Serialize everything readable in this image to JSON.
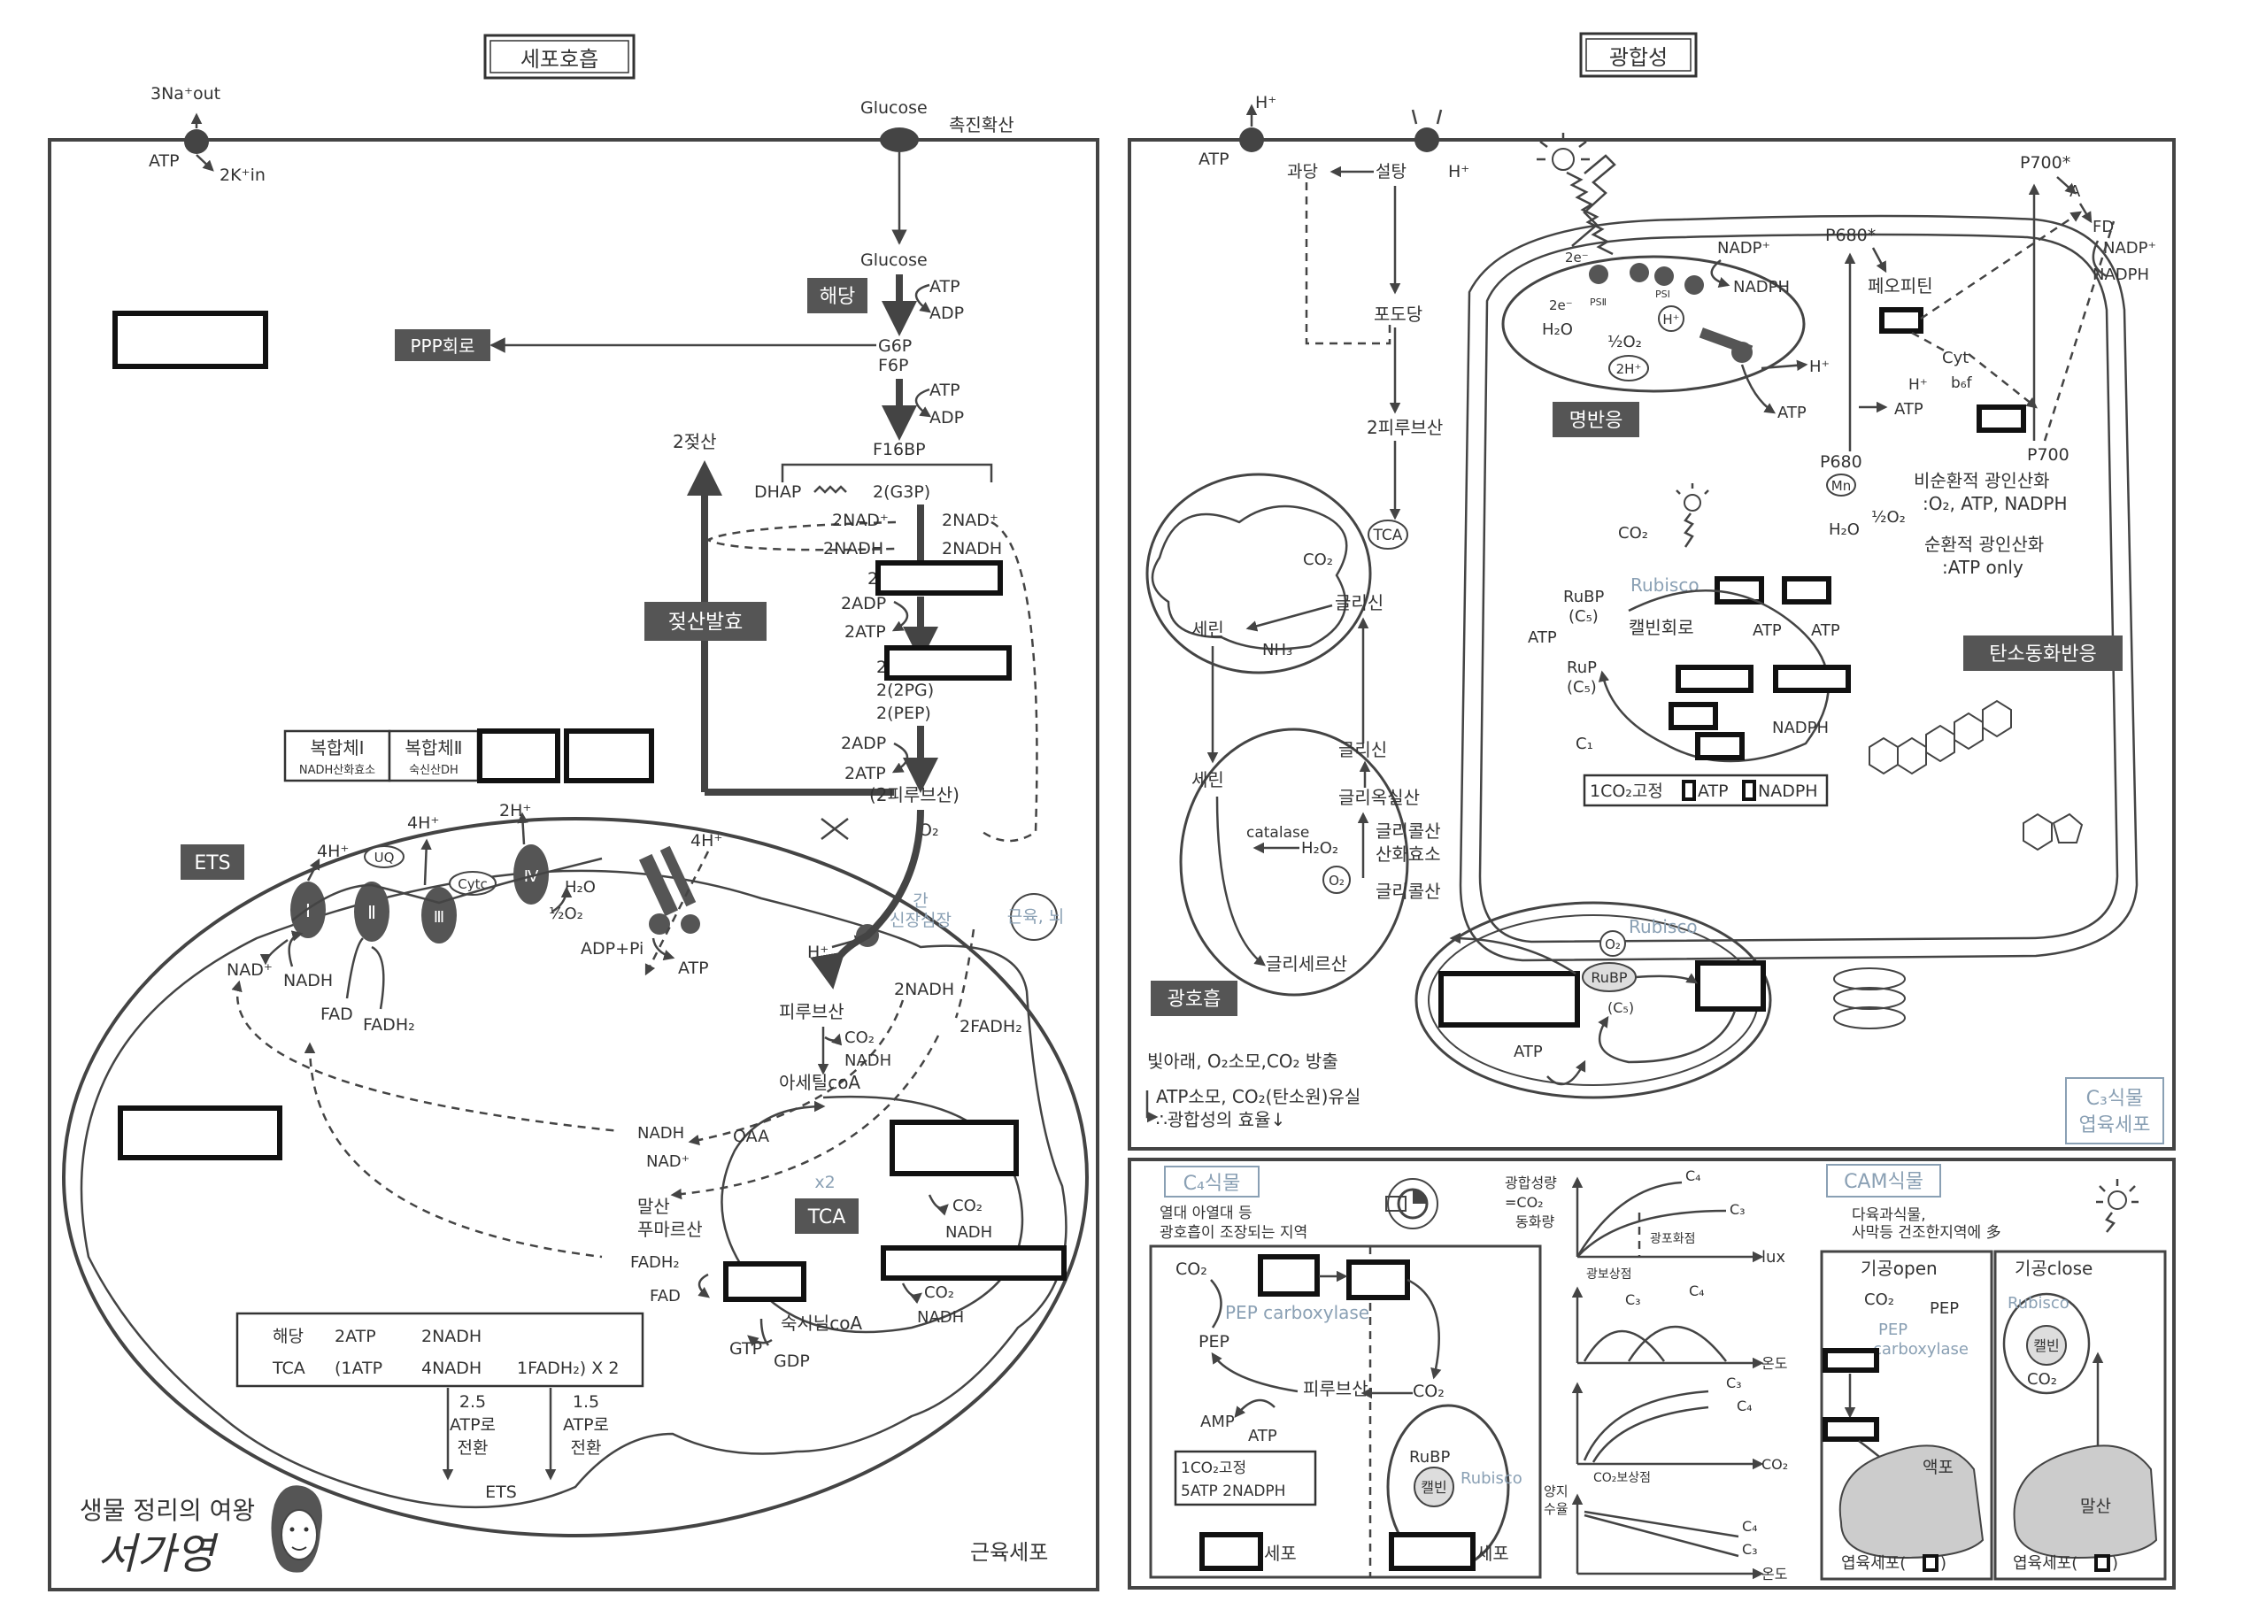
{
  "respiration": {
    "title": "세포호흡",
    "na_k_pump": {
      "na_out": "3Na⁺out",
      "atp": "ATP",
      "k_in": "2K⁺in"
    },
    "glucose_top": "Glucose",
    "facilitated": "촉진확산",
    "glucose": "Glucose",
    "glycolysis": "해당",
    "atp1": "ATP",
    "adp1": "ADP",
    "g6p": "G6P",
    "f6p": "F6P",
    "ppp": "PPP회로",
    "atp2": "ATP",
    "adp2": "ADP",
    "f16bp": "F16BP",
    "dhap": "DHAP",
    "g3p": "2(G3P)",
    "two_lactate": "2젖산",
    "nad_l": "2NAD⁺",
    "nad_r": "2NAD⁺",
    "nadh_l": "2NADH",
    "nadh_r": "2NADH",
    "two_a": "2",
    "two_b": "2",
    "adp_a": "2ADP",
    "atp_a": "2ATP",
    "pg": "2(2PG)",
    "pep": "2(PEP)",
    "adp_b": "2ADP",
    "atp_b": "2ATP",
    "pyruvate": "(2피루브산)",
    "lactic": "젖산발효",
    "o2": "O₂",
    "complex1": "복합체Ⅰ",
    "complex1_sub": "NADH산화효소",
    "complex2": "복합체Ⅱ",
    "complex2_sub": "숙신산DH",
    "ets": "ETS",
    "h4a": "4H⁺",
    "h4b": "4H⁺",
    "h2": "2H⁺",
    "h4c": "4H⁺",
    "uq": "UQ",
    "cytc": "Cytc",
    "c1": "Ⅰ",
    "c2": "Ⅱ",
    "c3": "Ⅲ",
    "c4": "Ⅳ",
    "h2o": "H₂O",
    "half_o2": "½O₂",
    "adp_pi": "ADP+Pi",
    "atp_syn": "ATP",
    "nad_plus": "NAD⁺",
    "nadh": "NADH",
    "fad": "FAD",
    "fadh2": "FADH₂",
    "h_plus": "H⁺",
    "liver": "간\n신장심장",
    "muscle_brain": "근육, 뇌",
    "nadh2": "2NADH",
    "fadh2_2": "2FADH₂",
    "pyruvic": "피루브산",
    "co2_a": "CO₂",
    "nadh_a": "NADH",
    "acetyl": "아세틸coA",
    "nadh_m": "NADH",
    "nad_m": "NAD⁺",
    "oaa": "OAA",
    "x2": "x2",
    "tca": "TCA",
    "malate": "말산",
    "fumarate": "푸마르산",
    "fadh2_m": "FADH₂",
    "fad_m": "FAD",
    "co2_b": "CO₂",
    "nadh_b": "NADH",
    "co2_c": "CO₂",
    "nadh_c": "NADH",
    "succinyl": "숙시닐coA",
    "gtp": "GTP",
    "gdp": "GDP",
    "summary_row1": [
      "해당",
      "2ATP",
      "2NADH"
    ],
    "summary_row2": [
      "TCA",
      "(1ATP",
      "4NADH",
      "1FADH₂) X 2"
    ],
    "conv1": "2.5\nATP로\n전환",
    "conv2": "1.5\nATP로\n전환",
    "ets_bottom": "ETS",
    "tagline": "생물 정리의 여왕",
    "author": "서가영",
    "cell_label": "근육세포"
  },
  "photosynthesis": {
    "title": "광합성",
    "h_top": "H⁺",
    "atp_left": "ATP",
    "fructose": "과당",
    "sucrose": "설탕",
    "h_right": "H⁺",
    "glucose": "포도당",
    "two_pyruvate": "2피루브산",
    "tca": "TCA",
    "co2": "CO₂",
    "glycine1": "글리신",
    "serine1": "세린",
    "nh3": "NH₃",
    "serine2": "세린",
    "glycine2": "글리신",
    "glyoxylate": "글리옥실산",
    "catalase": "catalase",
    "h2o2": "H₂O₂",
    "glycolate_ox": "글리콜산\n산화효소",
    "o2": "O₂",
    "glycolate": "글리콜산",
    "glycerate": "글리세르산",
    "photorespiration": "광호흡",
    "note1": "빛아래, O₂소모,CO₂ 방출",
    "note2": "ATP소모, CO₂(탄소원)유실",
    "note3": "∴광합성의 효율↓",
    "light_reaction": "명반응",
    "e1": "2e⁻",
    "e2": "2e⁻",
    "ps2": "PSⅡ",
    "ps1": "PSⅠ",
    "h2o": "H₂O",
    "half_o2": "½O₂",
    "h_in": "H⁺",
    "two_h": "2H⁺",
    "nadp": "NADP⁺",
    "nadph": "NADPH",
    "h_out": "H⁺",
    "atp_out": "ATP",
    "p700star": "P700*",
    "a": "A",
    "fd": "FD",
    "nadp2": "NADP⁺",
    "nadph2": "NADPH",
    "p680star": "P680*",
    "pheophytin": "페오피틴",
    "cyt": "Cyt\nb₆f",
    "h_cyt": "H⁺",
    "atp_cyt": "ATP",
    "p680": "P680",
    "mn": "Mn",
    "p700": "P700",
    "h2o_2": "H₂O",
    "half_o2_2": "½O₂",
    "noncyclic": "비순환적 광인산화\n:O₂, ATP, NADPH",
    "cyclic": "순환적 광인산화\n:ATP only",
    "co2_c": "CO₂",
    "rubisco": "Rubisco",
    "rubp": "RuBP\n(C₅)",
    "atp_c": "ATP",
    "calvin": "캘빈회로",
    "atp_c2": "ATP",
    "atp_c3": "ATP",
    "rup": "RuP\n(C₅)",
    "nadph_c": "NADPH",
    "c1": "C₁",
    "fixation": "1CO₂고정",
    "fix_atp": "ATP",
    "fix_nadph": "NADPH",
    "carbon_fix": "탄소동화반응",
    "rubisco2": "Rubisco",
    "o2_b": "O₂",
    "rubp2": "RuBP",
    "c5": "(C₅)",
    "atp_b": "ATP",
    "c3_plant": "C₃식물\n엽육세포",
    "c4": {
      "title": "C₄식물",
      "desc1": "열대 아열대 등",
      "desc2": "광호흡이 조장되는 지역",
      "co2": "CO₂",
      "pep_carb": "PEP  carboxylase",
      "pep": "PEP",
      "pyruvate": "피루브산",
      "amp": "AMP",
      "atp": "ATP",
      "co2_2": "CO₂",
      "rubp": "RuBP",
      "calvin": "캘빈",
      "rubisco": "Rubisco",
      "fixation": "1CO₂고정\n5ATP  2NADPH",
      "cell1": "세포",
      "cell2": "세포"
    },
    "graphs": {
      "g1_ylabel": "광합성량\n=CO₂\n동화량",
      "g1_c4": "C₄",
      "g1_c3": "C₃",
      "g1_sat": "광포화점",
      "g1_x": "lux",
      "g1_comp": "광보상점",
      "g2_c3": "C₃",
      "g2_c4": "C₄",
      "g2_x": "온도",
      "g3_c3": "C₃",
      "g3_c4": "C₄",
      "g3_comp": "CO₂보상점",
      "g3_x": "CO₂",
      "g4_y": "양지\n수율",
      "g4_c4": "C₄",
      "g4_c3": "C₃",
      "g4_x": "온도"
    },
    "cam": {
      "title": "CAM식물",
      "desc1": "다육과식물,",
      "desc2": "사막등 건조한지역에 多",
      "open": "기공open",
      "close": "기공close",
      "co2": "CO₂",
      "pep": "PEP",
      "pep_carb": "PEP\ncarboxylase",
      "rubisco": "Rubisco",
      "calvin": "캘빈",
      "co2_2": "CO₂",
      "vacuole1": "액포",
      "vacuole2": "말산",
      "cell1": "엽육세포(",
      "cell2": "엽육세포("
    }
  }
}
